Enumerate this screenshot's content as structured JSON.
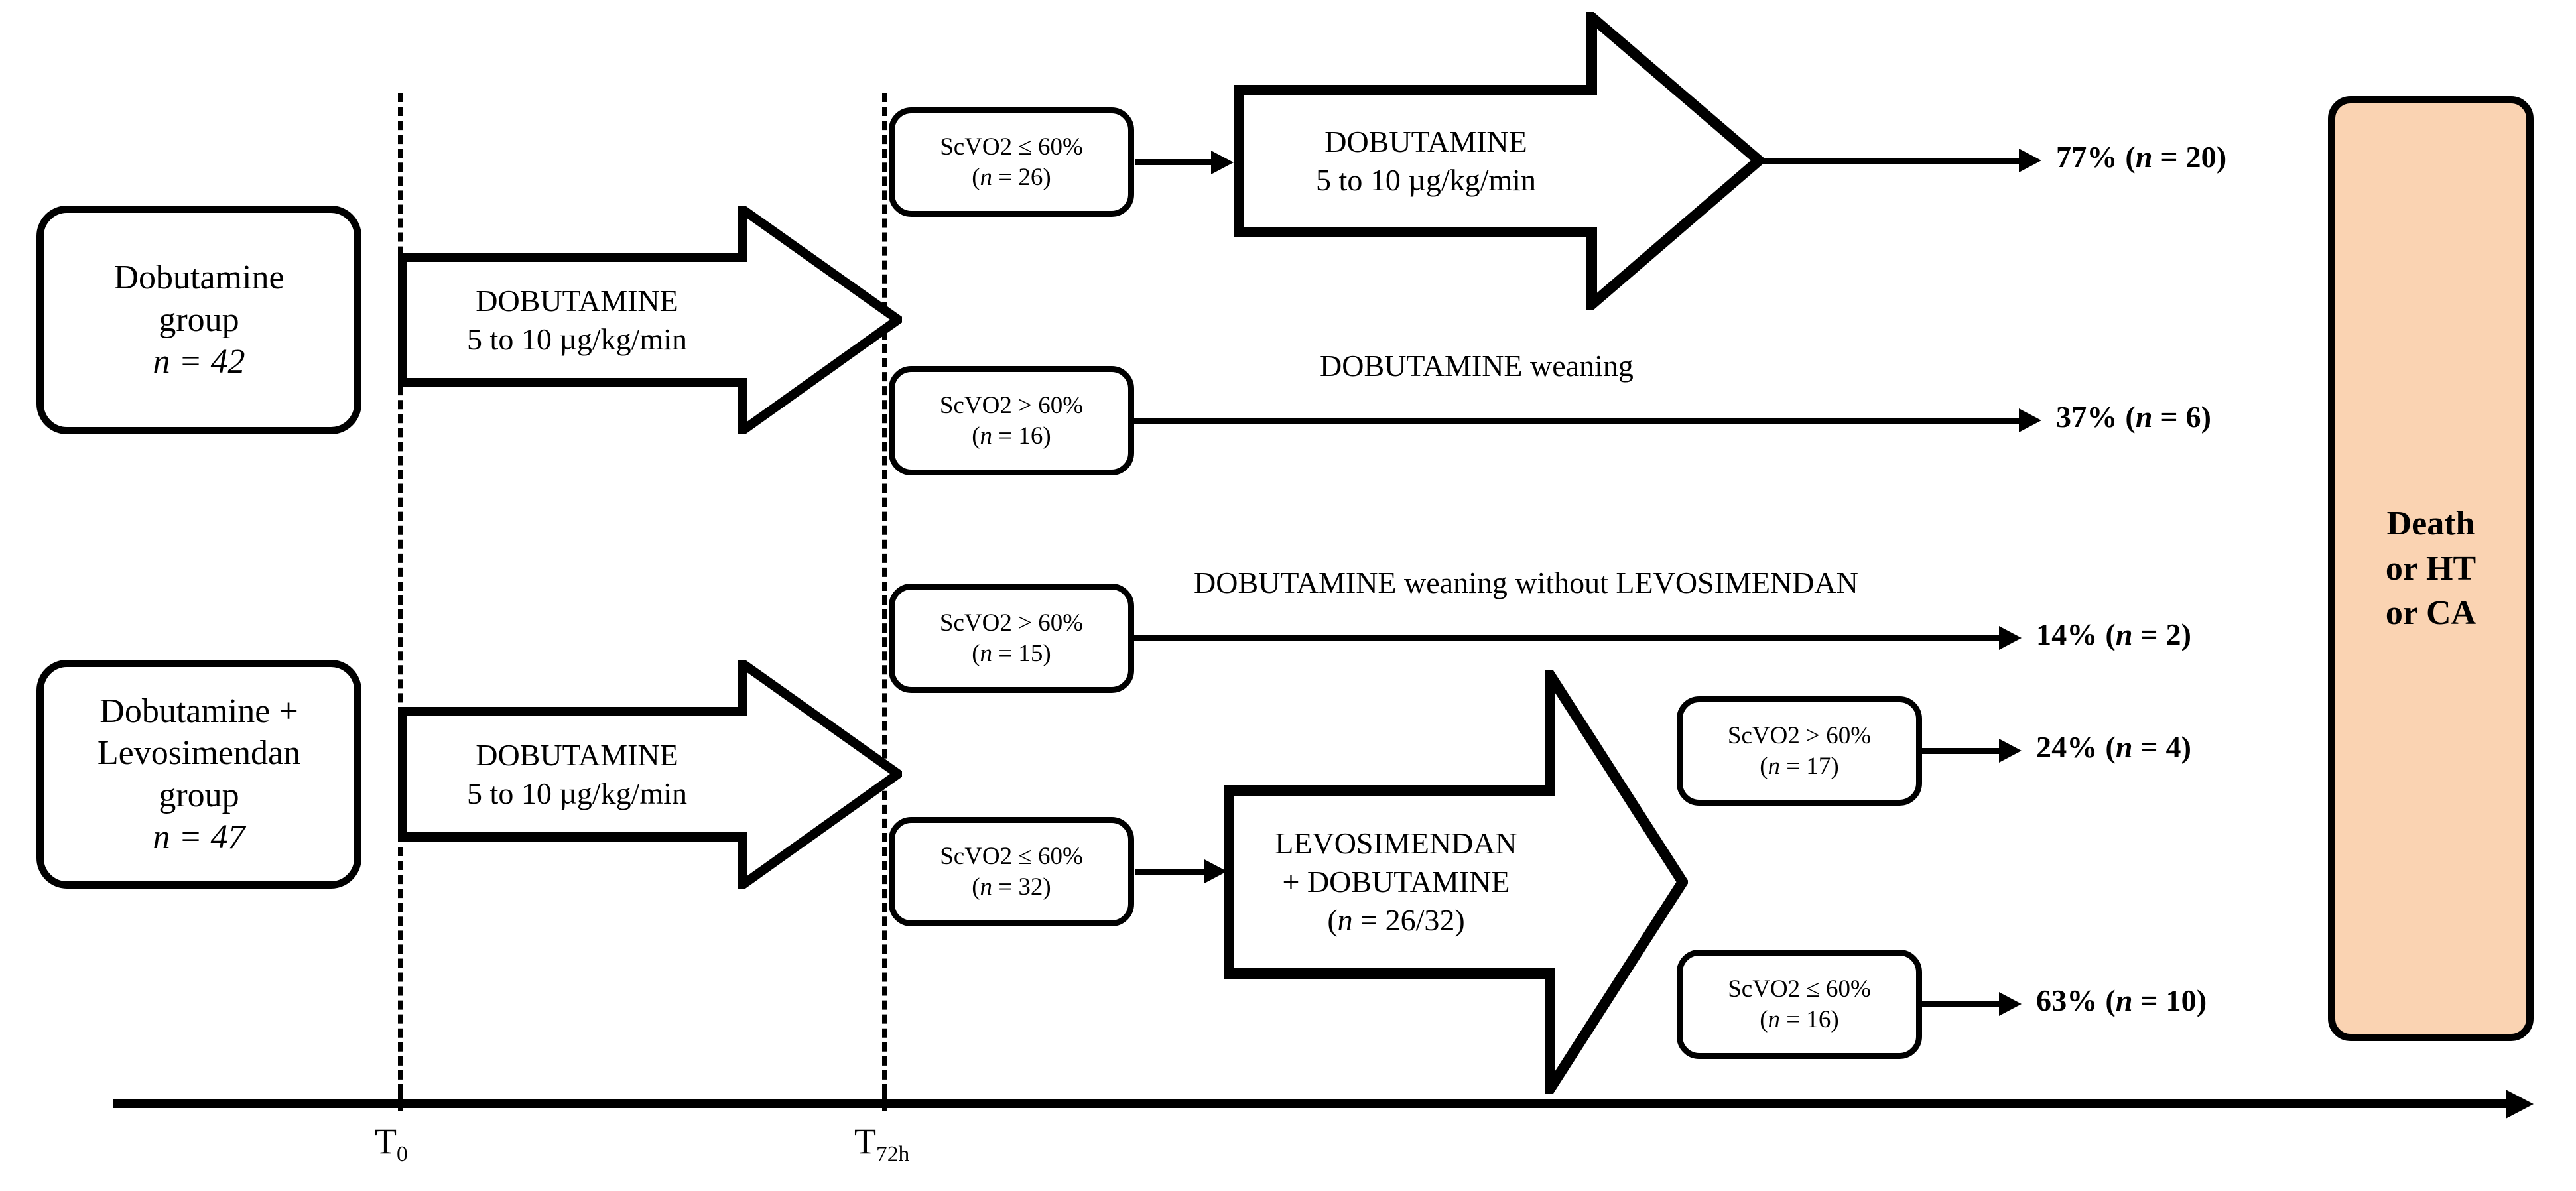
{
  "figure": {
    "type": "flowchart",
    "title": "Study flow diagram: Dobutamine vs Dobutamine + Levosimendan",
    "accent_peach": "#fad3b2",
    "line_color": "#000000"
  },
  "groups": [
    {
      "id": "dobutamine-group",
      "line1": "Dobutamine",
      "line2": "group",
      "n": "n = 42"
    },
    {
      "id": "levo-group",
      "line1": "Dobutamine +",
      "line2": "Levosimendan",
      "line3": "group",
      "n": "n = 47"
    }
  ],
  "treatment_arrows": [
    {
      "id": "dobutamine-arrow-top",
      "line1": "DOBUTAMINE",
      "line2": "5 to 10 µg/kg/min"
    },
    {
      "id": "dobutamine-arrow-bottom",
      "line1": "DOBUTAMINE",
      "line2": "5 to 10 µg/kg/min"
    },
    {
      "id": "dobutamine-arrow-t72",
      "line1": "DOBUTAMINE",
      "line2": "5 to 10 µg/kg/min"
    },
    {
      "id": "levosimendan-arrow",
      "line1": "LEVOSIMENDAN",
      "line2": "+ DOBUTAMINE",
      "line3": "(n = 26/32)"
    }
  ],
  "scvo2_nodes": [
    {
      "id": "scvo2-le60-n26",
      "condition": "ScVO2 ≤ 60%",
      "count": "(n = 26)"
    },
    {
      "id": "scvo2-gt60-n16",
      "condition": "ScVO2 > 60%",
      "count": "(n = 16)"
    },
    {
      "id": "scvo2-gt60-n15",
      "condition": "ScVO2 > 60%",
      "count": "(n = 15)"
    },
    {
      "id": "scvo2-le60-n32",
      "condition": "ScVO2 ≤ 60%",
      "count": "(n = 32)"
    },
    {
      "id": "scvo2-gt60-n17",
      "condition": "ScVO2 > 60%",
      "count": "(n = 17)"
    },
    {
      "id": "scvo2-le60-n16",
      "condition": "ScVO2 ≤ 60%",
      "count": "(n = 16)"
    }
  ],
  "path_labels": [
    {
      "id": "dobutamine-weaning",
      "text": "DOBUTAMINE weaning"
    },
    {
      "id": "dobutamine-weaning-without-levo",
      "text": "DOBUTAMINE weaning without LEVOSIMENDAN"
    }
  ],
  "outcomes": [
    {
      "id": "outcome-77",
      "percent": "77%",
      "open": "(",
      "n_italic": "n",
      "eq": " = 20)"
    },
    {
      "id": "outcome-37",
      "percent": "37%",
      "open": "(",
      "n_italic": "n",
      "eq": " = 6)"
    },
    {
      "id": "outcome-14",
      "percent": "14%",
      "open": "(",
      "n_italic": "n",
      "eq": " = 2)"
    },
    {
      "id": "outcome-24",
      "percent": "24%",
      "open": "(",
      "n_italic": "n",
      "eq": " = 4)"
    },
    {
      "id": "outcome-63",
      "percent": "63%",
      "open": "(",
      "n_italic": "n",
      "eq": " = 10)"
    }
  ],
  "endpoint": {
    "line1": "Death",
    "line2": "or HT",
    "line3": "or CA"
  },
  "timeline": {
    "ticks": [
      {
        "id": "t0",
        "main": "T",
        "sub": "0"
      },
      {
        "id": "t72h",
        "main": "T",
        "sub": "72h"
      }
    ]
  }
}
